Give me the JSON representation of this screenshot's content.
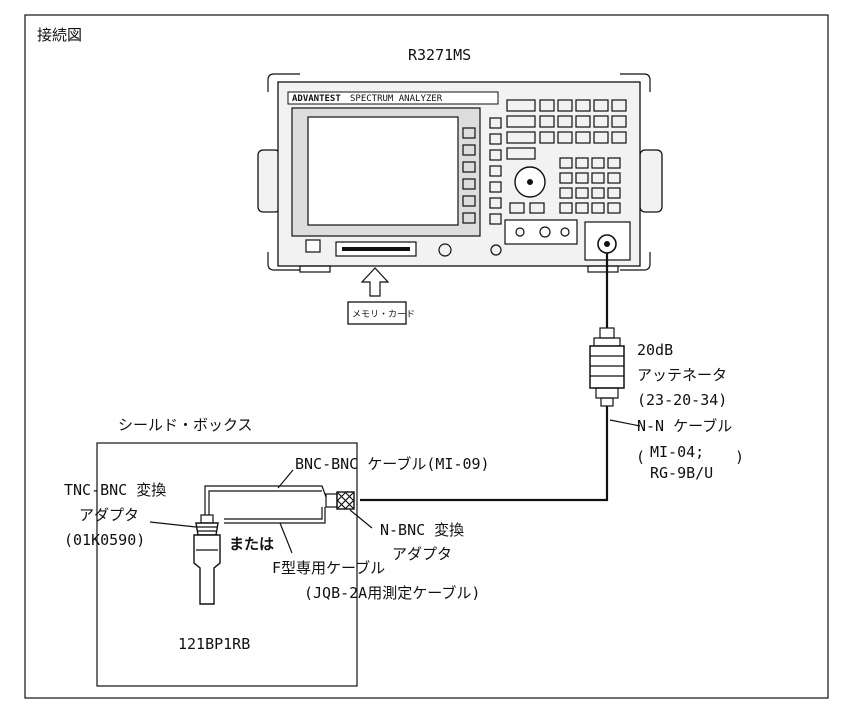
{
  "title": "接続図",
  "device": {
    "model": "R3271MS",
    "brand": "ADVANTEST",
    "panel_label": "SPECTRUM ANALYZER",
    "card_slot_label": "メモリ・カード"
  },
  "attenuator": {
    "line1": "20dB",
    "line2": "アッテネータ",
    "line3": "(23-20-34)"
  },
  "nn_cable": {
    "name": "N-N ケーブル",
    "spec1": "MI-04;",
    "spec2": "RG-9B/U"
  },
  "shield_box": {
    "label": "シールド・ボックス"
  },
  "bnc_cable": {
    "label": "BNC-BNC ケーブル(MI-09)"
  },
  "tnc_adapter": {
    "line1": "TNC-BNC 変換",
    "line2": "アダプタ",
    "line3": "(01K0590)"
  },
  "nbnc_adapter": {
    "line1": "N-BNC 変換",
    "line2": "アダプタ"
  },
  "or_text": "または",
  "f_cable": {
    "line1": "F型専用ケーブル",
    "line2": "(JQB-2A用測定ケーブル)"
  },
  "dut": {
    "label": "121BP1RB"
  }
}
